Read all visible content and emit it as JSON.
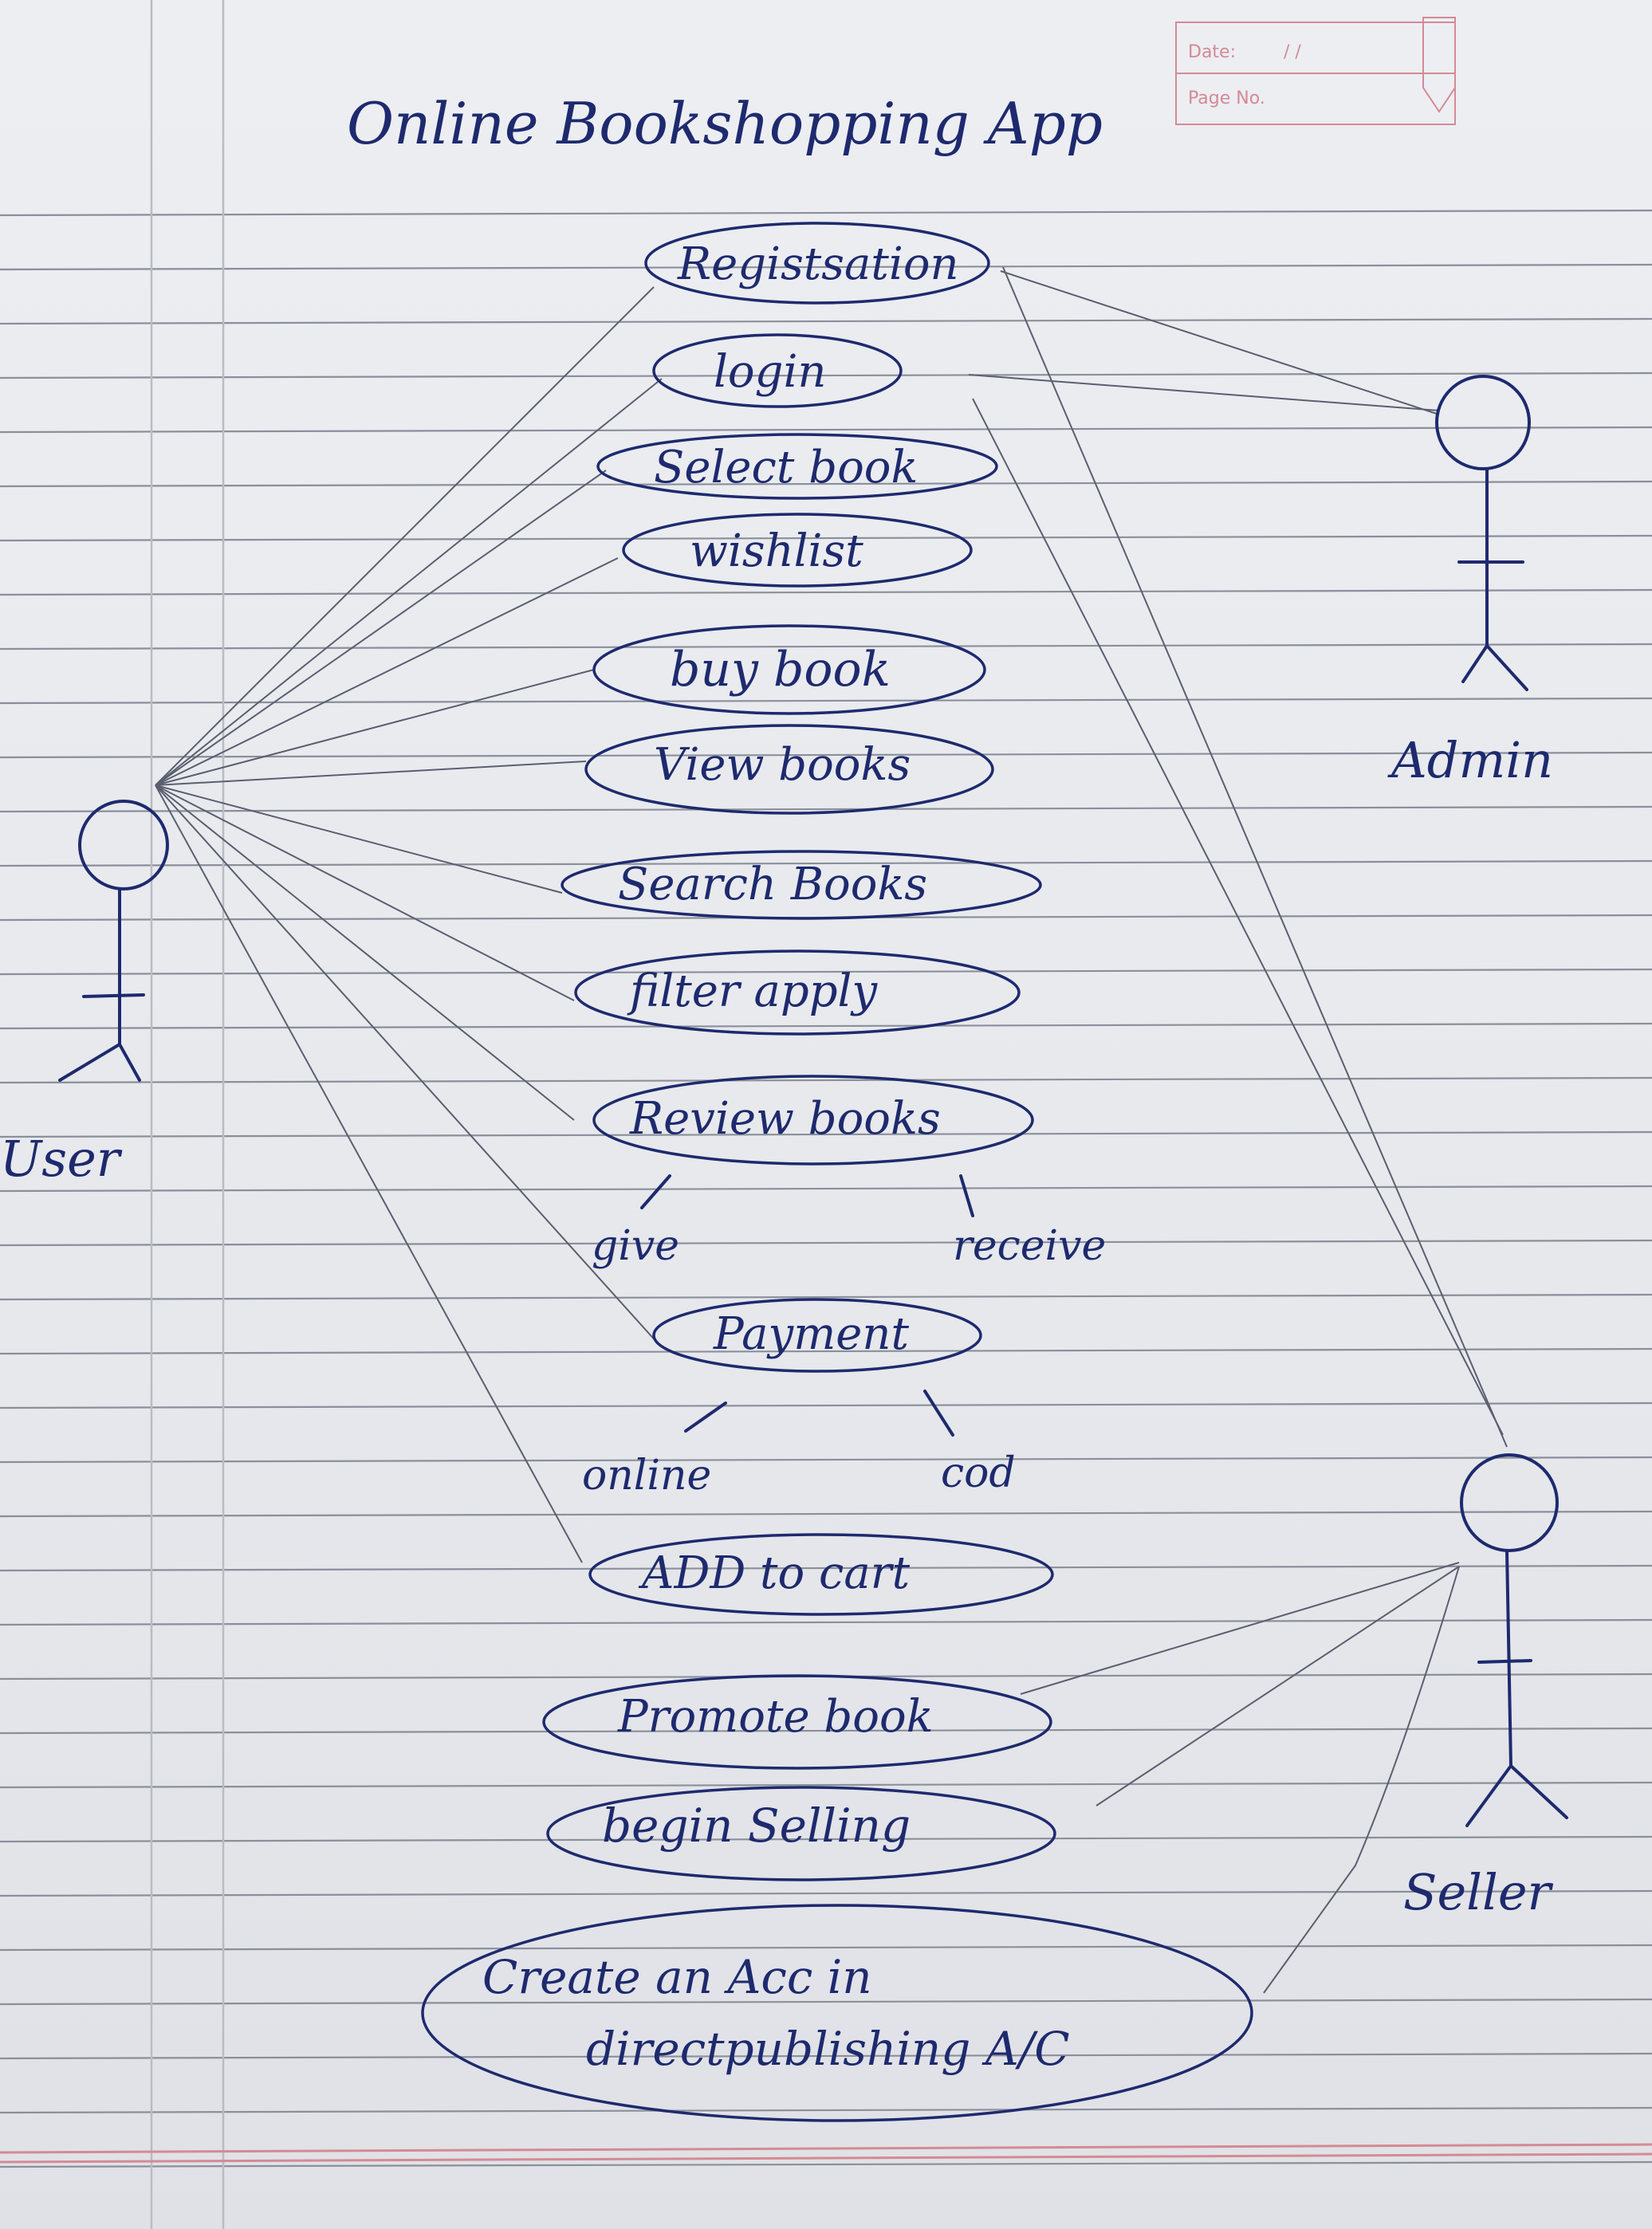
{
  "title": "Online Bookshopping App",
  "header_box": {
    "date_label": "Date:",
    "date_value": "/ /",
    "page_label": "Page No."
  },
  "actors": {
    "user": "User",
    "admin": "Admin",
    "seller": "Seller"
  },
  "use_cases": [
    {
      "id": "registration",
      "label": "Registsation"
    },
    {
      "id": "login",
      "label": "login"
    },
    {
      "id": "select-book",
      "label": "Select book"
    },
    {
      "id": "wishlist",
      "label": "wishlist"
    },
    {
      "id": "buy-book",
      "label": "buy book"
    },
    {
      "id": "view-books",
      "label": "View books"
    },
    {
      "id": "search-books",
      "label": "Search Books"
    },
    {
      "id": "filter-apply",
      "label": "filter apply"
    },
    {
      "id": "review-books",
      "label": "Review books"
    },
    {
      "id": "payment",
      "label": "Payment"
    },
    {
      "id": "add-to-cart",
      "label": "ADD to cart"
    },
    {
      "id": "promote-book",
      "label": "Promote book"
    },
    {
      "id": "begin-selling",
      "label": "begin Selling"
    },
    {
      "id": "create-account",
      "label_line1": "Create an Acc in",
      "label_line2": "directpublishing A/C"
    }
  ],
  "sub_labels": {
    "give": "give",
    "receive": "receive",
    "online": "online",
    "cod": "cod"
  },
  "associations": [
    {
      "from": "User",
      "to": [
        "Registsation",
        "login",
        "Select book",
        "wishlist",
        "buy book",
        "View books",
        "Search Books",
        "filter apply",
        "Review books",
        "Payment",
        "ADD to cart"
      ]
    },
    {
      "from": "Admin",
      "to": [
        "Registsation",
        "login"
      ]
    },
    {
      "from": "Seller",
      "to": [
        "Registsation",
        "login",
        "Promote book",
        "begin Selling",
        "Create an Acc in directpublishing A/C"
      ]
    }
  ]
}
